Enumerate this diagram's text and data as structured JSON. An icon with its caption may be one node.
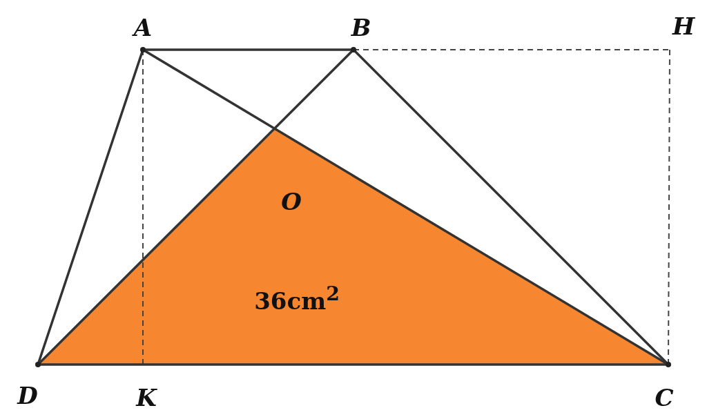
{
  "diagram": {
    "labels": [
      "A",
      "B",
      "H",
      "O",
      "36cm$^{2}$",
      "D",
      "K",
      "C"
    ]
  }
}
